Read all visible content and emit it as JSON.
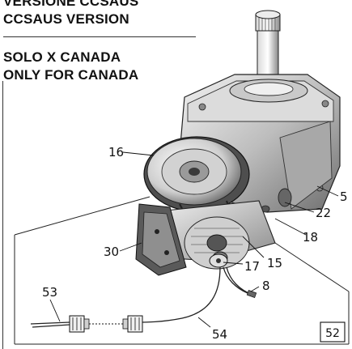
{
  "header": {
    "line1": "VERSIONE CCSAUS",
    "line2": "CCSAUS VERSION",
    "line3": "SOLO X CANADA",
    "line4": "ONLY FOR CANADA"
  },
  "callouts": {
    "c16": "16",
    "c5": "5",
    "c22": "22",
    "c18": "18",
    "c30": "30",
    "c15": "15",
    "c17": "17",
    "c53": "53",
    "c8": "8",
    "c54": "54"
  },
  "page_badge": "52",
  "colors": {
    "ink": "#111111",
    "metal_light": "#e6e6e6",
    "metal_mid": "#bdbdbd",
    "metal_dark": "#6e6e6e",
    "shadow": "#3a3a3a"
  }
}
